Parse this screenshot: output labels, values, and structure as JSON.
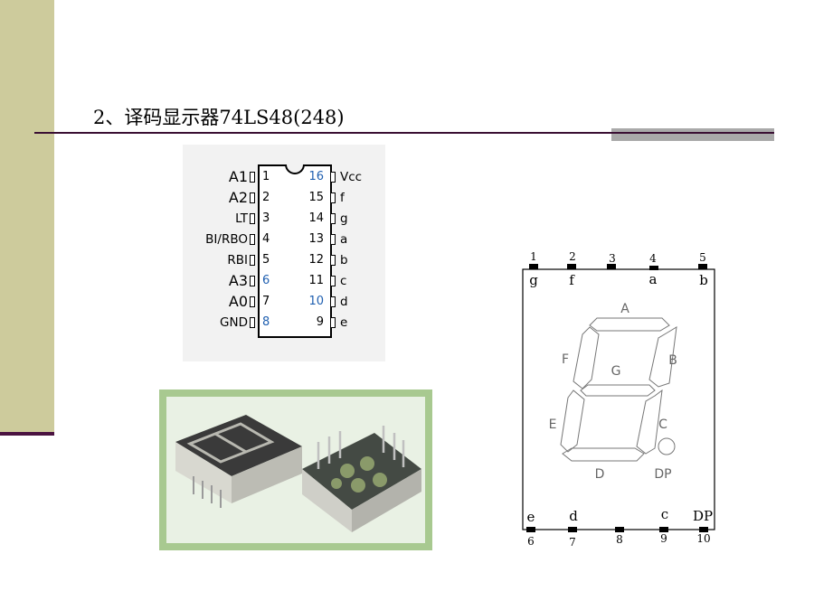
{
  "slide": {
    "title": "2、译码显示器74LS48(248)"
  },
  "pinout": {
    "left_pins": [
      {
        "label": "A1",
        "num": "1"
      },
      {
        "label": "A2",
        "num": "2"
      },
      {
        "label": "LT",
        "num": "3"
      },
      {
        "label": "BI/RBO",
        "num": "4"
      },
      {
        "label": "RBI",
        "num": "5"
      },
      {
        "label": "A3",
        "num": "6"
      },
      {
        "label": "A0",
        "num": "7"
      },
      {
        "label": "GND",
        "num": "8"
      }
    ],
    "right_pins": [
      {
        "label": "Vcc",
        "num": "16"
      },
      {
        "label": "f",
        "num": "15"
      },
      {
        "label": "g",
        "num": "14"
      },
      {
        "label": "a",
        "num": "13"
      },
      {
        "label": "b",
        "num": "12"
      },
      {
        "label": "c",
        "num": "11"
      },
      {
        "label": "d",
        "num": "10"
      },
      {
        "label": "e",
        "num": "9"
      }
    ]
  },
  "seven_segment": {
    "top_pins": [
      {
        "num": "1",
        "name": "g"
      },
      {
        "num": "2",
        "name": "f"
      },
      {
        "num": "3",
        "name": ""
      },
      {
        "num": "4",
        "name": "a"
      },
      {
        "num": "5",
        "name": "b"
      }
    ],
    "bottom_pins": [
      {
        "num": "6",
        "name": "e"
      },
      {
        "num": "7",
        "name": "d"
      },
      {
        "num": "8",
        "name": ""
      },
      {
        "num": "9",
        "name": "c"
      },
      {
        "num": "10",
        "name": "DP"
      }
    ],
    "segment_labels": {
      "a": "A",
      "b": "B",
      "c": "C",
      "d": "D",
      "e": "E",
      "f": "F",
      "g": "G",
      "dp": "DP"
    }
  }
}
